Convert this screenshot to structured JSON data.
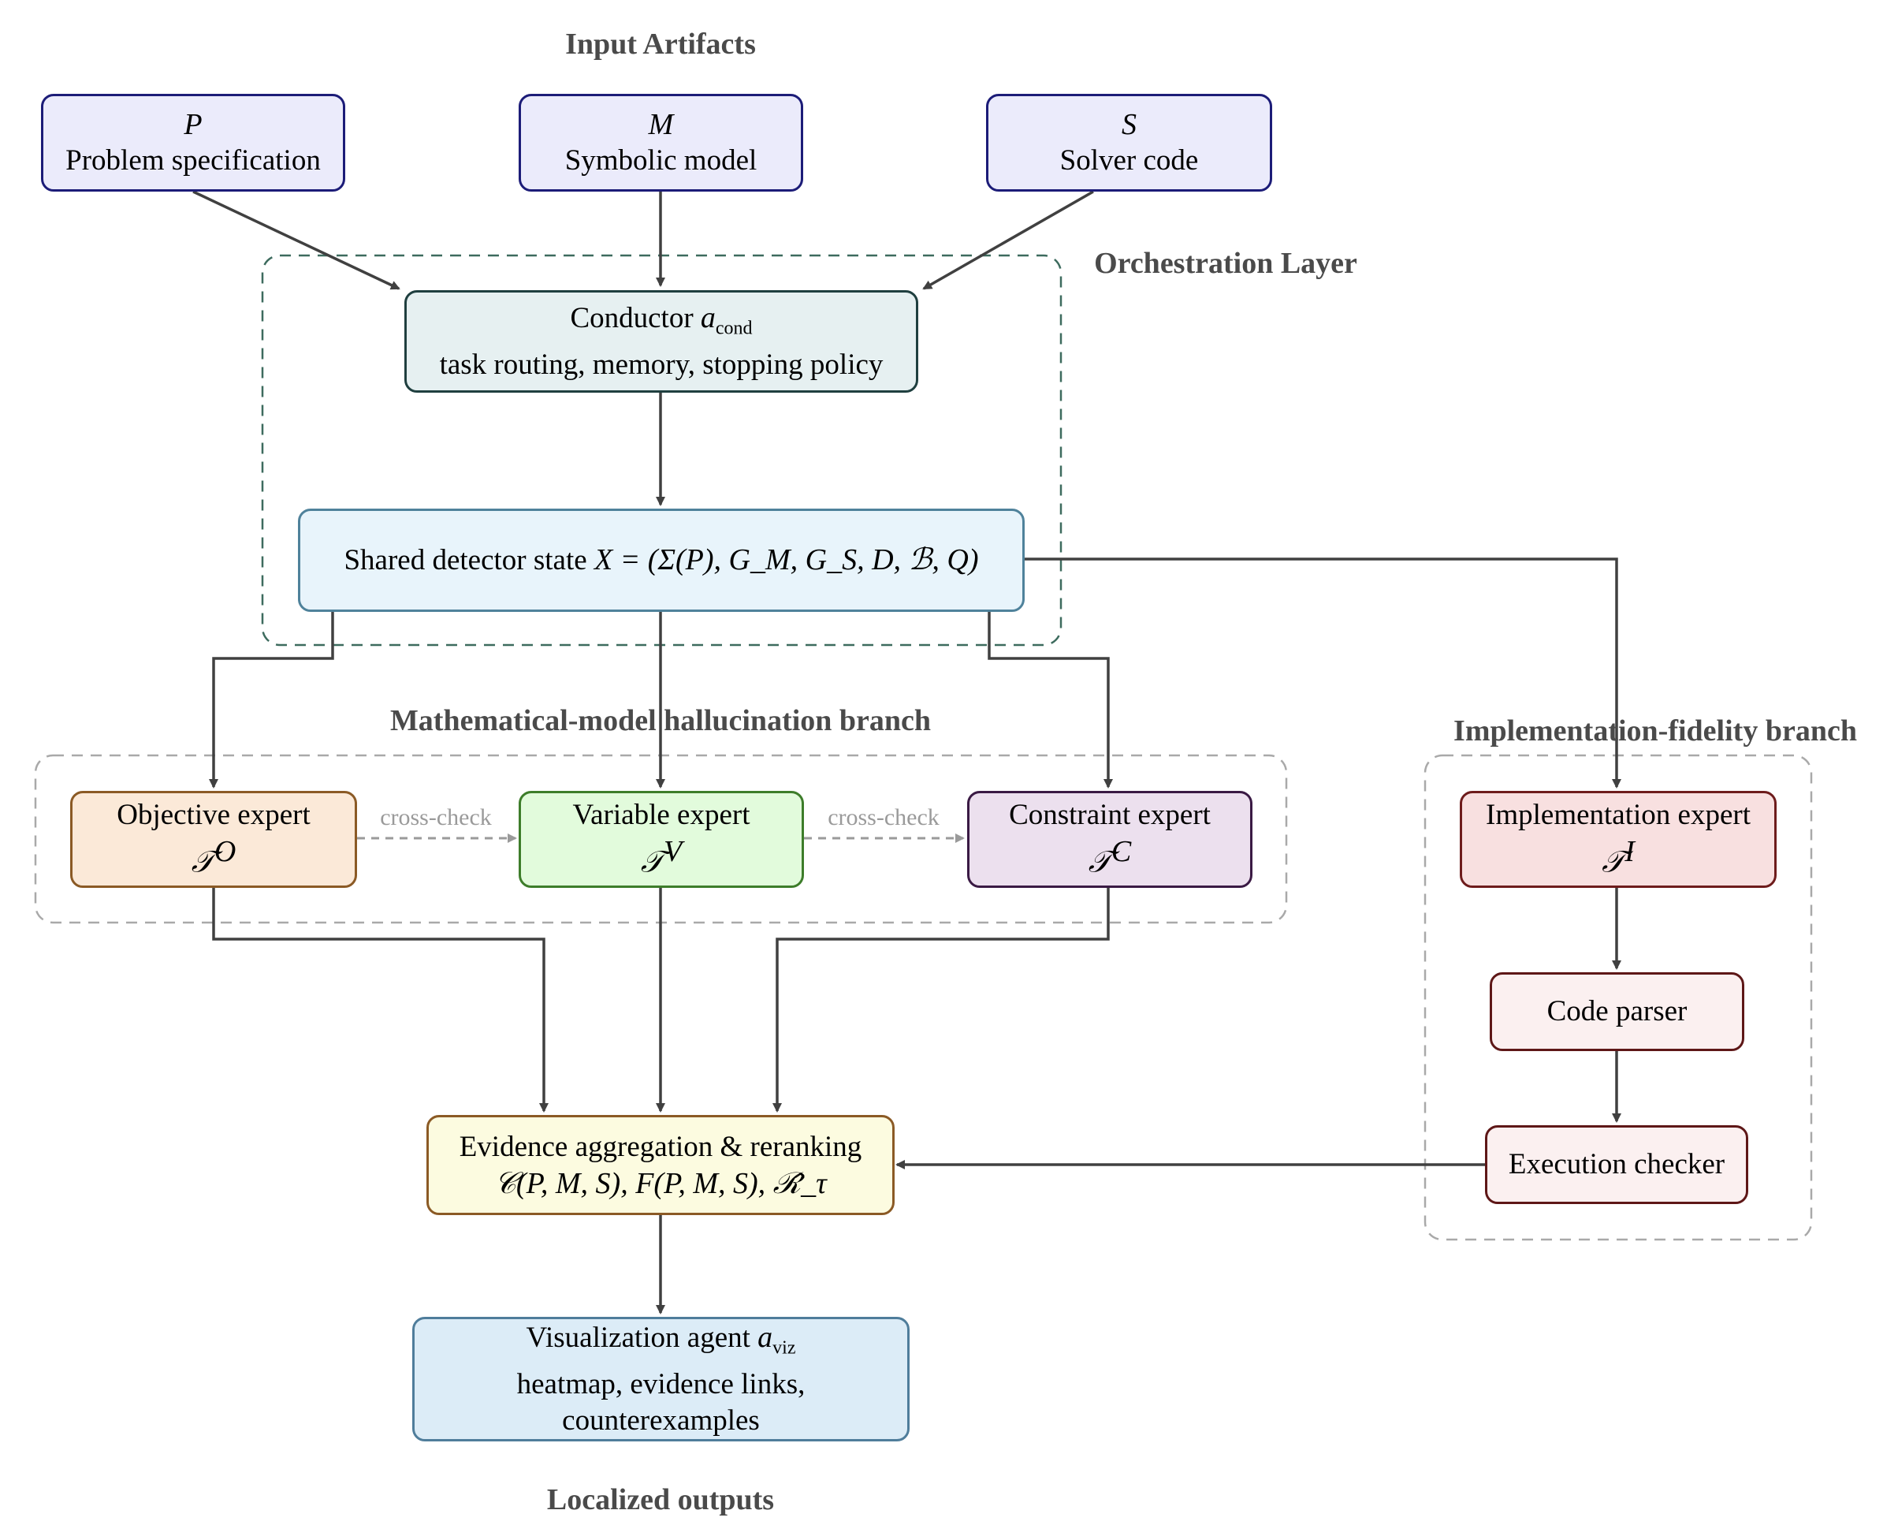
{
  "titles": {
    "inputs": "Input Artifacts",
    "orchestration": "Orchestration Layer",
    "math_branch": "Mathematical-model hallucination branch",
    "impl_branch": "Implementation-fidelity branch",
    "outputs": "Localized outputs"
  },
  "inputs": [
    {
      "symbol": "P",
      "label": "Problem specification"
    },
    {
      "symbol": "M",
      "label": "Symbolic model"
    },
    {
      "symbol": "S",
      "label": "Solver code"
    }
  ],
  "conductor": {
    "label": "Conductor",
    "symbol": "a",
    "subscript": "cond",
    "detail": "task routing, memory, stopping policy"
  },
  "state": {
    "label": "Shared detector state",
    "formula": "X = (Σ(P), G_M, G_S, D, ℬ, Q)"
  },
  "experts": {
    "objective": {
      "label": "Objective expert",
      "symbol": "𝒯",
      "superscript": "O"
    },
    "variable": {
      "label": "Variable expert",
      "symbol": "𝒯",
      "superscript": "V"
    },
    "constraint": {
      "label": "Constraint expert",
      "symbol": "𝒯",
      "superscript": "C"
    },
    "implementation": {
      "label": "Implementation expert",
      "symbol": "𝒯",
      "superscript": "I"
    }
  },
  "cross_check": "cross-check",
  "code_parser": "Code parser",
  "execution_checker": "Execution checker",
  "aggregation": {
    "label": "Evidence aggregation & reranking",
    "formula": "𝒞(P, M, S), F(P, M, S), ℛ̂_τ"
  },
  "visualization": {
    "label": "Visualization agent",
    "symbol": "a",
    "subscript": "viz",
    "line2": "heatmap, evidence links,",
    "line3": "counterexamples"
  },
  "colors": {
    "arrow": "#404040",
    "cross_check": "#9a9a9a",
    "orchestration_border": "#3d6b5e",
    "branch_border": "#a9a9a9",
    "title_text": "#4a4a4a"
  }
}
